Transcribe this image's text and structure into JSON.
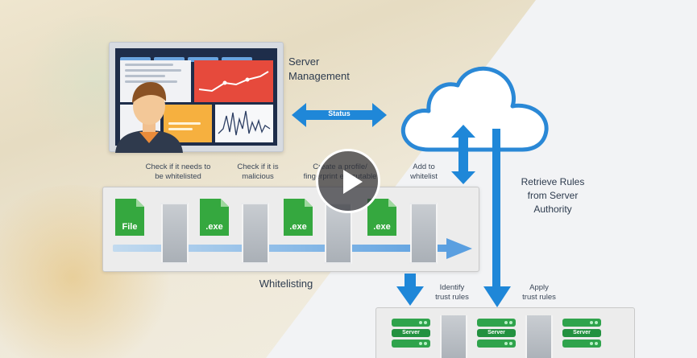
{
  "server_management": {
    "line1": "Server",
    "line2": "Management"
  },
  "status_label": "Status",
  "steps": {
    "step1": [
      "Check if it needs to",
      "be whitelisted"
    ],
    "step2": [
      "Check if it is",
      "malicious"
    ],
    "step3": [
      "Create a profile/",
      "fingerprint executable"
    ],
    "step4": [
      "Add to",
      "whitelist"
    ]
  },
  "files": {
    "file_label": "File",
    "exe_label": ".exe"
  },
  "whitelisting_label": "Whitelisting",
  "retrieve_rules": {
    "line1": "Retrieve Rules",
    "line2": "from Server",
    "line3": "Authority"
  },
  "identify": [
    "Identify",
    "trust rules"
  ],
  "apply": [
    "Apply",
    "trust rules"
  ],
  "server_label": "Server",
  "colors": {
    "accent_blue": "#1f87d8",
    "file_green": "#35a83f",
    "alert_red": "#e64a3c"
  },
  "icons": {
    "play": "play-icon",
    "cloud": "cloud-icon",
    "person": "person-icon"
  }
}
